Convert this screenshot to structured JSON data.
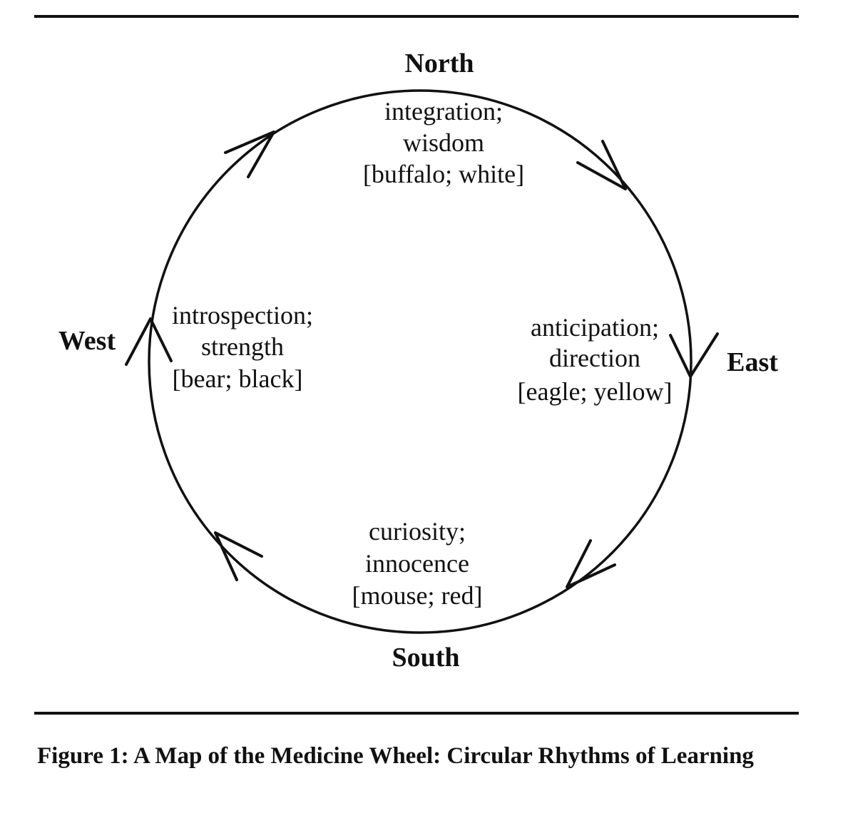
{
  "directions": {
    "north": "North",
    "east": "East",
    "south": "South",
    "west": "West"
  },
  "quadrants": {
    "north": [
      "integration;",
      "wisdom",
      "[buffalo; white]"
    ],
    "east": [
      "anticipation;",
      "direction",
      "[eagle; yellow]"
    ],
    "south": [
      "curiosity;",
      "innocence",
      "[mouse; red]"
    ],
    "west": [
      "introspection;",
      "strength",
      "[bear; black]"
    ]
  },
  "caption": "Figure 1:  A Map of the Medicine Wheel: Circular Rhythms of Learning"
}
